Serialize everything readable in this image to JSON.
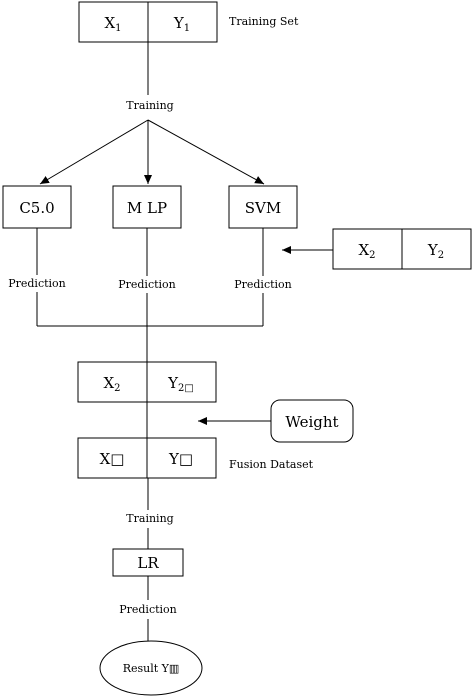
{
  "training_set": {
    "x_label": "X",
    "x_sub": "1",
    "y_label": "Y",
    "y_sub": "1",
    "caption": "Training Set"
  },
  "edges": {
    "training_top": "Training",
    "prediction_c50": "Prediction",
    "prediction_mlp": "Prediction",
    "prediction_svm": "Prediction",
    "training_bottom": "Training",
    "prediction_lr": "Prediction"
  },
  "models": {
    "c50": "C5.0",
    "mlp": "M LP",
    "svm": "SVM"
  },
  "test_set": {
    "x_label": "X",
    "x_sub": "2",
    "y_label": "Y",
    "y_sub": "2"
  },
  "predicted_set": {
    "x_label": "X",
    "x_sub": "2",
    "y_label": "Y",
    "y_sub": "2□"
  },
  "weight": "Weight",
  "fusion_set": {
    "x_label": "X□",
    "y_label": "Y□",
    "caption": "Fusion Dataset"
  },
  "lr": "LR",
  "result": "Result Y▥"
}
